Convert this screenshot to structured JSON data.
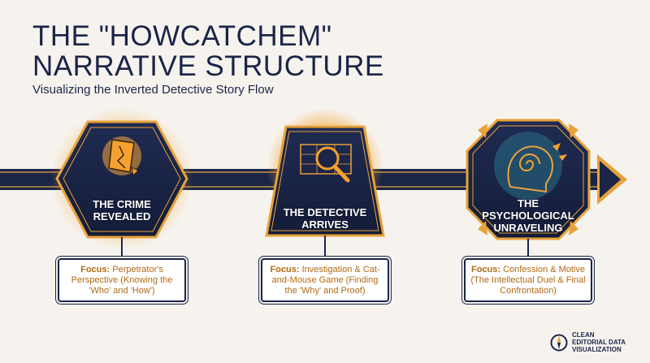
{
  "header": {
    "title_line1": "THE \"HOWCATCHEM\"",
    "title_line2": "NARRATIVE STRUCTURE",
    "subtitle": "Visualizing the Inverted Detective Story Flow"
  },
  "stages": [
    {
      "label_line1": "THE CRIME",
      "label_line2": "REVEALED",
      "icon": "broken-glass-icon",
      "focus_label": "Focus:",
      "focus_text": "Perpetrator's Perspective (Knowing the 'Who' and 'How')"
    },
    {
      "label_line1": "THE DETECTIVE",
      "label_line2": "ARRIVES",
      "icon": "magnifying-glass-blueprint-icon",
      "focus_label": "Focus:",
      "focus_text": "Investigation & Cat-and-Mouse Game (Finding the 'Why' and Proof)"
    },
    {
      "label_line1": "THE",
      "label_line2": "PSYCHOLOGICAL",
      "label_line3": "UNRAVELING",
      "icon": "head-spiral-icon",
      "focus_label": "Focus:",
      "focus_text": "Confession & Motive (The Intellectual Duel & Final Confrontation)"
    }
  ],
  "brand": {
    "line1": "CLEAN",
    "line2": "EDITORIAL DATA",
    "line3": "VISUALIZATION",
    "icon": "compass-icon"
  },
  "colors": {
    "navy": "#1b2548",
    "gold": "#e8a23a",
    "glow": "#f0a531",
    "background": "#f6f3ee"
  }
}
